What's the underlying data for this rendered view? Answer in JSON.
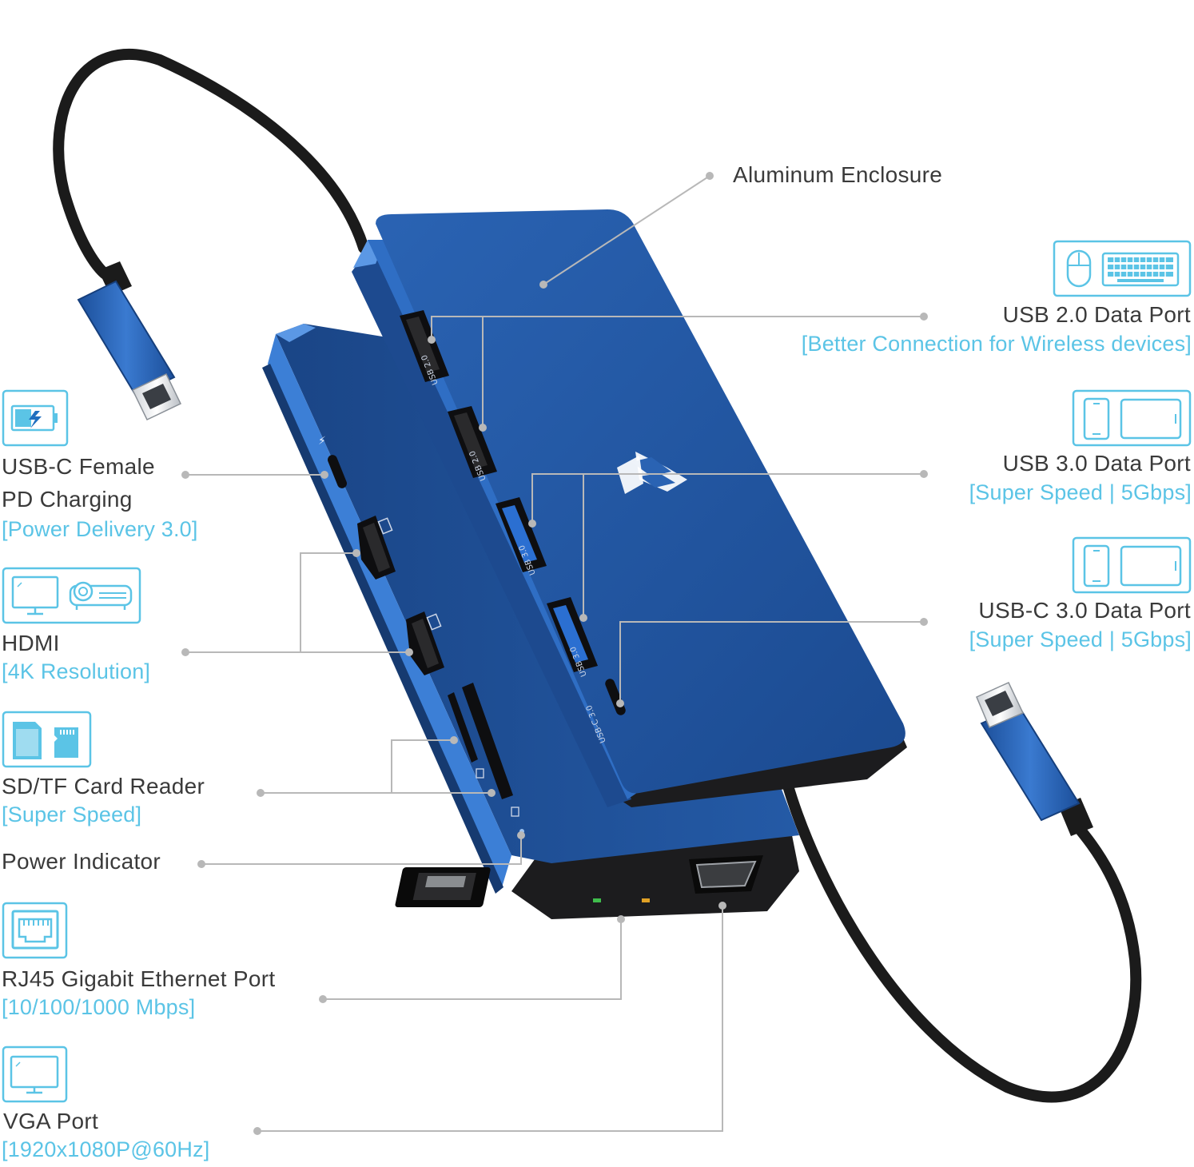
{
  "labels": {
    "enclosure": "Aluminum Enclosure",
    "usb2": {
      "title": "USB 2.0 Data Port",
      "sub": "[Better Connection for Wireless devices]"
    },
    "usb3": {
      "title": "USB 3.0 Data Port",
      "sub": "[Super Speed | 5Gbps]"
    },
    "usbc3": {
      "title": "USB-C 3.0 Data Port",
      "sub": "[Super Speed | 5Gbps]"
    },
    "pd": {
      "line1": "USB-C Female",
      "line2": "PD Charging",
      "sub": "[Power Delivery 3.0]"
    },
    "hdmi": {
      "title": "HDMI",
      "sub": "[4K Resolution]"
    },
    "sd": {
      "title": "SD/TF Card Reader",
      "sub": "[Super Speed]"
    },
    "power": {
      "title": "Power Indicator"
    },
    "rj45": {
      "title": "RJ45 Gigabit Ethernet Port",
      "sub": "[10/100/1000 Mbps]"
    },
    "vga": {
      "title": "VGA Port",
      "sub": "[1920x1080P@60Hz]"
    }
  },
  "device_text": {
    "usb20_a": "USB 2.0",
    "usb20_b": "USB 2.0",
    "usb30_a": "USB 3.0",
    "usb30_b": "USB 3.0",
    "usbc30": "USB-C 3.0"
  },
  "icons": {
    "battery": "battery-charging-icon",
    "monitor": "monitor-icon",
    "projector": "projector-icon",
    "sd_card": "sd-card-icon",
    "ethernet": "ethernet-icon",
    "mouse": "mouse-icon",
    "keyboard": "keyboard-icon",
    "phone": "phone-icon",
    "tablet": "tablet-icon"
  },
  "colors": {
    "accent": "#5bc4e6",
    "device_blue": "#1f4f95",
    "label_text": "#3a3a3a",
    "leader_line": "#b8b8b8",
    "cable": "#1b1b1b"
  }
}
